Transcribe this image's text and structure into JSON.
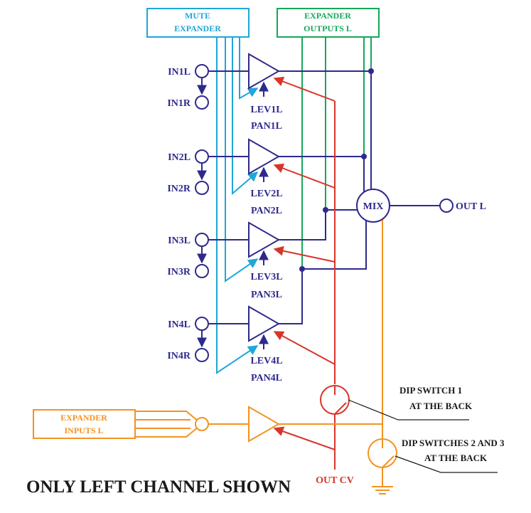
{
  "boxes": {
    "mute_expander": [
      "MUTE",
      "EXPANDER"
    ],
    "expander_outputs": [
      "EXPANDER",
      "OUTPUTS L"
    ],
    "expander_inputs": [
      "EXPANDER",
      "INPUTS L"
    ]
  },
  "channels": [
    {
      "in_l": "IN1L",
      "in_r": "IN1R",
      "lev": "LEV1L",
      "pan": "PAN1L"
    },
    {
      "in_l": "IN2L",
      "in_r": "IN2R",
      "lev": "LEV2L",
      "pan": "PAN2L"
    },
    {
      "in_l": "IN3L",
      "in_r": "IN3R",
      "lev": "LEV3L",
      "pan": "PAN3L"
    },
    {
      "in_l": "IN4L",
      "in_r": "IN4R",
      "lev": "LEV4L",
      "pan": "PAN4L"
    }
  ],
  "mix_label": "MIX",
  "out_l": "OUT L",
  "out_cv": "OUT CV",
  "dip_switch_1": [
    "DIP SWITCH 1",
    "AT THE BACK"
  ],
  "dip_switches_2_3": [
    "DIP SWITCHES 2 AND 3",
    "AT THE BACK"
  ],
  "footer": "ONLY LEFT CHANNEL SHOWN",
  "colors": {
    "signal": "#2e2a8c",
    "mute": "#1ea7d8",
    "expander_out": "#14a85a",
    "expander_in": "#f39321",
    "cv": "#d8352a"
  }
}
